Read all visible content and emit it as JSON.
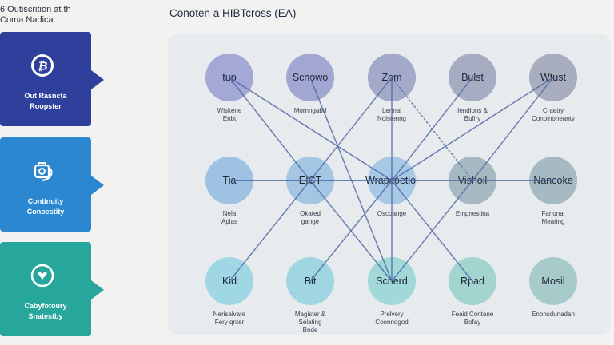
{
  "left_title": [
    "6 Outiscrition at th",
    "Coma Nadica"
  ],
  "main_title": "Conoten a HIBTcross (EA)",
  "side_cards": [
    {
      "label": [
        "Out Rasncta",
        "Roopster"
      ],
      "icon": "bitcoin-coin-icon",
      "color": "#2e3f9c"
    },
    {
      "label": [
        "Continuity",
        "Conoestity"
      ],
      "icon": "camera-bag-icon",
      "color": "#2b88d0"
    },
    {
      "label": [
        "Cabyfotoury",
        "Snatestby"
      ],
      "icon": "heart-shield-icon",
      "color": "#27a69c"
    }
  ],
  "nodes": [
    {
      "id": "n1",
      "text": "tup",
      "label": [
        "Wiskene",
        "Enbt"
      ],
      "row": 0,
      "col": 0,
      "color": "#a3a8d4"
    },
    {
      "id": "n2",
      "text": "Scnowo",
      "label": [
        "Mornngabd"
      ],
      "row": 0,
      "col": 1,
      "color": "#a1a6d2"
    },
    {
      "id": "n3",
      "text": "Zom",
      "label": [
        "Lennal",
        "Noistenng"
      ],
      "row": 0,
      "col": 2,
      "color": "#a3a9c8"
    },
    {
      "id": "n4",
      "text": "Bulst",
      "label": [
        "Iendions &",
        "Bufiry"
      ],
      "row": 0,
      "col": 3,
      "color": "#a6acc2"
    },
    {
      "id": "n5",
      "text": "Wtust",
      "label": [
        "Craetry",
        "Conplnoneanty"
      ],
      "row": 0,
      "col": 4,
      "color": "#a8adc0"
    },
    {
      "id": "n6",
      "text": "Tia",
      "label": [
        "Nela",
        "Aplas"
      ],
      "row": 1,
      "col": 0,
      "color": "#9fc2e3"
    },
    {
      "id": "n7",
      "text": "EICT",
      "label": [
        "Okated",
        "gange"
      ],
      "row": 1,
      "col": 1,
      "color": "#a4c6e3"
    },
    {
      "id": "n8",
      "text": "Wrapcoetiol",
      "label": [
        "Oscoange"
      ],
      "row": 1,
      "col": 2,
      "color": "#a7c9e6"
    },
    {
      "id": "n9",
      "text": "Vishoil",
      "label": [
        "Empnestina"
      ],
      "row": 1,
      "col": 3,
      "color": "#a6b9c2"
    },
    {
      "id": "n10",
      "text": "Nancoke",
      "label": [
        "Fanonal",
        "Mearing"
      ],
      "row": 1,
      "col": 4,
      "color": "#a5bac2"
    },
    {
      "id": "n11",
      "text": "Kid",
      "label": [
        "Nerisalvare",
        "Fery qnter"
      ],
      "row": 2,
      "col": 0,
      "color": "#9fd8e4"
    },
    {
      "id": "n12",
      "text": "Bit",
      "label": [
        "Magister &",
        "Selating",
        "Bnde"
      ],
      "row": 2,
      "col": 1,
      "color": "#9fd6e2"
    },
    {
      "id": "n13",
      "text": "Scnerd",
      "label": [
        "Prelvery",
        "Coonnogod"
      ],
      "row": 2,
      "col": 2,
      "color": "#a1d8d8"
    },
    {
      "id": "n14",
      "text": "Rpad",
      "label": [
        "Feaid Contane",
        "Bofay"
      ],
      "row": 2,
      "col": 3,
      "color": "#a4d4cf"
    },
    {
      "id": "n15",
      "text": "Mosil",
      "label": [
        "Enonsdunadan"
      ],
      "row": 2,
      "col": 4,
      "color": "#a6cbca"
    }
  ],
  "edges": [
    {
      "from": "n1",
      "to": "n7"
    },
    {
      "from": "n1",
      "to": "n8"
    },
    {
      "from": "n2",
      "to": "n13"
    },
    {
      "from": "n3",
      "to": "n7"
    },
    {
      "from": "n3",
      "to": "n9",
      "style": "dashed"
    },
    {
      "from": "n3",
      "to": "n13"
    },
    {
      "from": "n4",
      "to": "n8"
    },
    {
      "from": "n5",
      "to": "n9"
    },
    {
      "from": "n6",
      "to": "n8"
    },
    {
      "from": "n6",
      "to": "n7"
    },
    {
      "from": "n7",
      "to": "n13"
    },
    {
      "from": "n8",
      "to": "n5"
    },
    {
      "from": "n8",
      "to": "n10"
    },
    {
      "from": "n8",
      "to": "n14"
    },
    {
      "from": "n8",
      "to": "n9"
    },
    {
      "from": "n11",
      "to": "n7"
    },
    {
      "from": "n12",
      "to": "n8"
    },
    {
      "from": "n13",
      "to": "n9"
    },
    {
      "from": "n9",
      "to": "n10",
      "style": "dashed"
    },
    {
      "from": "n7",
      "to": "n8"
    }
  ],
  "edge_color": "#4f67a5"
}
